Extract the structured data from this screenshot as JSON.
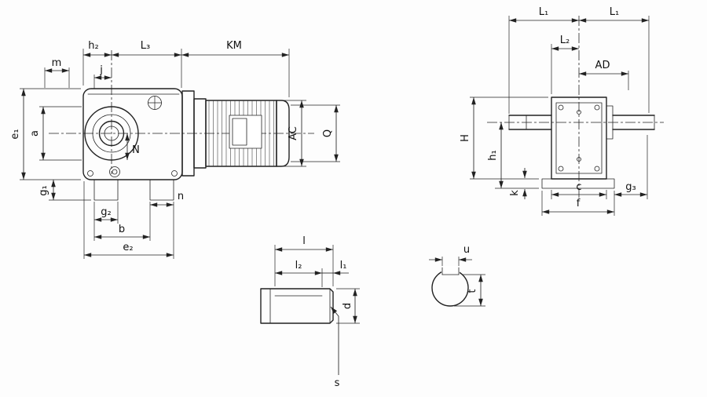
{
  "drawing": {
    "background": "#fdfdfd",
    "ink": "#222222",
    "views": {
      "side_view": {
        "labels": {
          "m": "m",
          "h2": "h₂",
          "j": "j",
          "L3": "L₃",
          "KM": "KM",
          "e1": "e₁",
          "a": "a",
          "N": "N",
          "g1": "g₁",
          "g2": "g₂",
          "b": "b",
          "e2": "e₂",
          "n": "n",
          "AC": "AC",
          "Q": "Q"
        }
      },
      "front_view": {
        "labels": {
          "L1_left": "L₁",
          "L1_right": "L₁",
          "L2": "L₂",
          "AD": "AD",
          "H": "H",
          "h1": "h₁",
          "k": "k",
          "c": "c",
          "f": "f",
          "g3": "g₃"
        }
      },
      "shaft_detail": {
        "labels": {
          "l": "l",
          "l2": "l₂",
          "l1": "l₁",
          "d": "d",
          "s": "s"
        }
      },
      "shaft_section": {
        "labels": {
          "u": "u",
          "t": "t"
        }
      }
    }
  }
}
